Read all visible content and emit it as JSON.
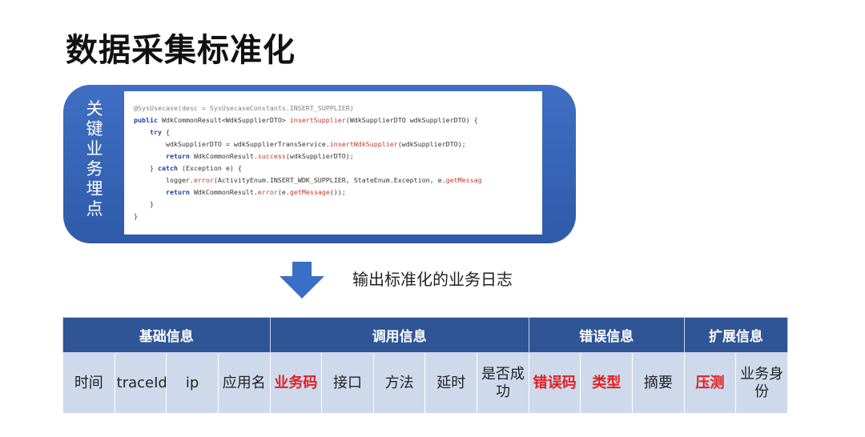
{
  "title": "数据采集标准化",
  "panel": {
    "vertical_label": [
      "关",
      "键",
      "业",
      "务",
      "埋",
      "点"
    ],
    "code_lines": [
      [
        {
          "t": "@SysUsecase(desc = SysUsecaseConstants.INSERT_SUPPLIER)",
          "c": "ann"
        }
      ],
      [
        {
          "t": "public ",
          "c": "kw"
        },
        {
          "t": "WdkCommonResult<WdkSupplierDTO> ",
          "c": ""
        },
        {
          "t": "insertSupplier",
          "c": "m"
        },
        {
          "t": "(WdkSupplierDTO wdkSupplierDTO) {",
          "c": ""
        }
      ],
      [
        {
          "t": "    try",
          "c": "kw"
        },
        {
          "t": " {",
          "c": ""
        }
      ],
      [
        {
          "t": "        wdkSupplierDTO = wdkSupplierTransService.",
          "c": ""
        },
        {
          "t": "insertWdkSupplier",
          "c": "m"
        },
        {
          "t": "(wdkSupplierDTO);",
          "c": ""
        }
      ],
      [
        {
          "t": "        return ",
          "c": "kw"
        },
        {
          "t": "WdkCommonResult.",
          "c": ""
        },
        {
          "t": "success",
          "c": "m"
        },
        {
          "t": "(wdkSupplierDTO);",
          "c": ""
        }
      ],
      [
        {
          "t": "    } ",
          "c": ""
        },
        {
          "t": "catch",
          "c": "kw"
        },
        {
          "t": " (Exception e) {",
          "c": ""
        }
      ],
      [
        {
          "t": "        logger.",
          "c": ""
        },
        {
          "t": "error",
          "c": "m"
        },
        {
          "t": "(ActivityEnum.INSERT_WDK_SUPPLIER, StateEnum.Exception, e.",
          "c": ""
        },
        {
          "t": "getMessag",
          "c": "m"
        }
      ],
      [
        {
          "t": "        return ",
          "c": "kw"
        },
        {
          "t": "WdkCommonResult.",
          "c": ""
        },
        {
          "t": "error",
          "c": "m"
        },
        {
          "t": "(e.",
          "c": ""
        },
        {
          "t": "getMessage",
          "c": "m"
        },
        {
          "t": "());",
          "c": ""
        }
      ],
      [
        {
          "t": "    }",
          "c": ""
        }
      ],
      [
        {
          "t": "}",
          "c": ""
        }
      ]
    ]
  },
  "arrow_label": "输出标准化的业务日志",
  "table": {
    "groups": [
      {
        "label": "基础信息",
        "span": 4
      },
      {
        "label": "调用信息",
        "span": 5
      },
      {
        "label": "错误信息",
        "span": 3
      },
      {
        "label": "扩展信息",
        "span": 2
      }
    ],
    "cells": [
      {
        "label": "时间",
        "red": false
      },
      {
        "label": "traceId",
        "red": false
      },
      {
        "label": "ip",
        "red": false
      },
      {
        "label": "应用名",
        "red": false
      },
      {
        "label": "业务码",
        "red": true
      },
      {
        "label": "接口",
        "red": false
      },
      {
        "label": "方法",
        "red": false
      },
      {
        "label": "延时",
        "red": false
      },
      {
        "label": "是否成功",
        "red": false
      },
      {
        "label": "错误码",
        "red": true
      },
      {
        "label": "类型",
        "red": true
      },
      {
        "label": "摘要",
        "red": false
      },
      {
        "label": "压测",
        "red": true
      },
      {
        "label": "业务身份",
        "red": false
      }
    ]
  },
  "colors": {
    "panel": "#2f5aa9",
    "header": "#2f5597",
    "cell": "#cfd9ec",
    "highlight": "#e02020",
    "arrow": "#3b6fc6"
  }
}
